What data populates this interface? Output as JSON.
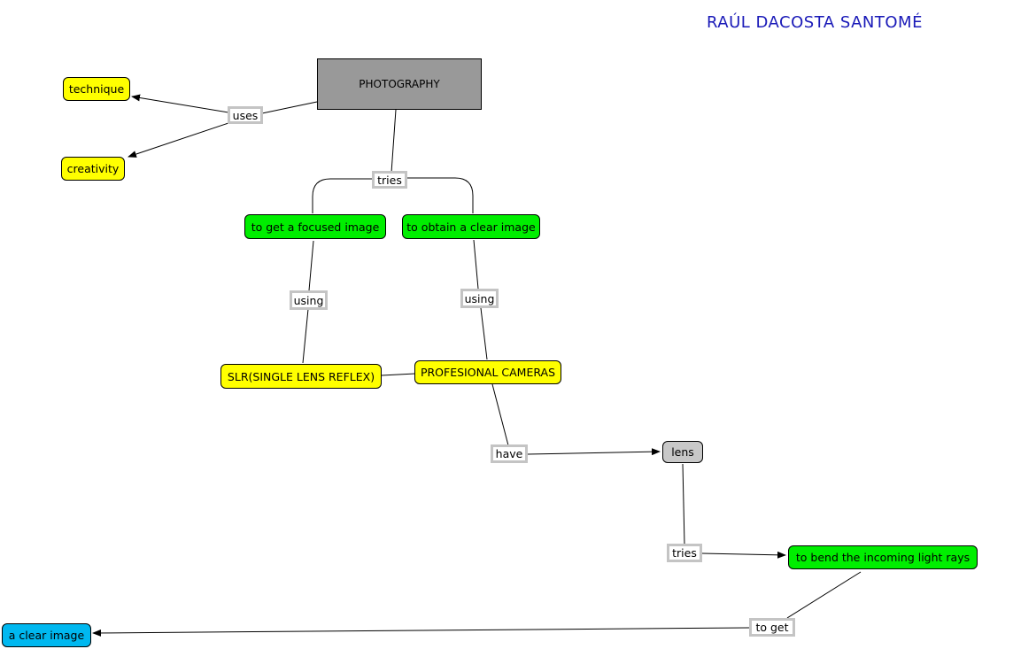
{
  "author": "RAÚL DACOSTA SANTOMÉ",
  "colors": {
    "title": "#1a1ab8",
    "main_concept": "#999999",
    "yellow_concept": "#ffff00",
    "green_concept": "#00ee00",
    "gray_concept": "#c8c8c8",
    "cyan_concept": "#00b8f0",
    "link_border": "#c4c4c4"
  },
  "concepts": {
    "photography": "PHOTOGRAPHY",
    "technique": "technique",
    "creativity": "creativity",
    "focused_image": "to get a focused image",
    "clear_image_obtain": "to obtain a clear image",
    "slr": "SLR(SINGLE LENS REFLEX)",
    "pro_cameras": "PROFESIONAL CAMERAS",
    "lens": "lens",
    "bend_light": "to bend the incoming light rays",
    "clear_image": "a clear image"
  },
  "links": {
    "uses": "uses",
    "tries_top": "tries",
    "using_left": "using",
    "using_right": "using",
    "have": "have",
    "tries_lens": "tries",
    "to_get": "to get"
  }
}
